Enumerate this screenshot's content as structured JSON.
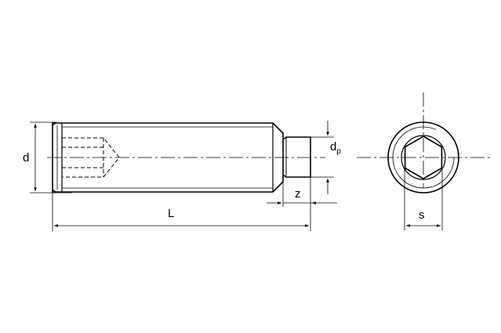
{
  "labels": {
    "d": "d",
    "dp_main": "d",
    "dp_sub": "p",
    "z": "z",
    "L": "L",
    "s": "s"
  },
  "colors": {
    "line": "#000000",
    "background": "#ffffff"
  }
}
